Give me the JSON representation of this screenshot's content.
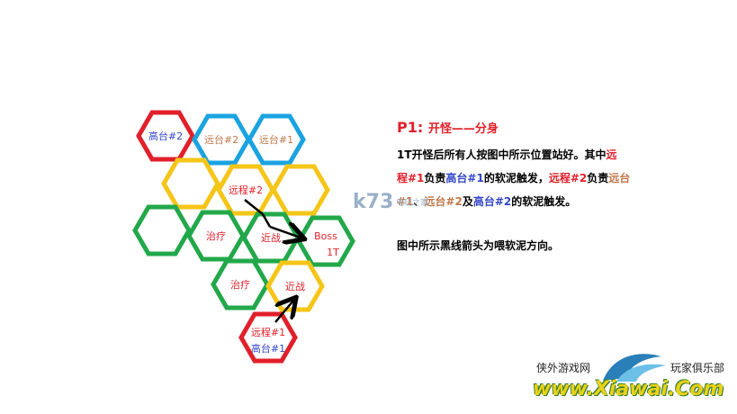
{
  "hexes": [
    {
      "id": "h1",
      "color": "#e0202a",
      "label": "高台#2",
      "label_color": "#3346c8"
    },
    {
      "id": "h2",
      "color": "#1aa3e0",
      "label": "远台#2",
      "label_color": "#c0784a"
    },
    {
      "id": "h3",
      "color": "#1aa3e0",
      "label": "远台#1",
      "label_color": "#c0784a"
    },
    {
      "id": "h4",
      "color": "#f5c518",
      "label": ""
    },
    {
      "id": "h5",
      "color": "#f5c518",
      "label": "远程#2",
      "label_color": "#e0202a"
    },
    {
      "id": "h6",
      "color": "#f5c518",
      "label": ""
    },
    {
      "id": "h7",
      "color": "#22a84a",
      "label": ""
    },
    {
      "id": "h8",
      "color": "#22a84a",
      "label": "治疗",
      "label_color": "#e0202a"
    },
    {
      "id": "h9",
      "color": "#22a84a",
      "label": "近战",
      "label_color": "#e0202a"
    },
    {
      "id": "h10",
      "color": "#22a84a",
      "label": "Boss",
      "label_color": "#e0202a",
      "label2": "1T"
    },
    {
      "id": "h11",
      "color": "#22a84a",
      "label": "治疗",
      "label_color": "#e0202a"
    },
    {
      "id": "h12",
      "color": "#f5c518",
      "label": "近战",
      "label_color": "#e0202a"
    },
    {
      "id": "h13",
      "color": "#e0202a",
      "label": "远程#1",
      "label_color": "#e0202a",
      "label2": "高台#1",
      "label2_color": "#3346c8"
    }
  ],
  "title": {
    "prefix": "P1:",
    "suffix": "开怪——分身"
  },
  "desc": {
    "l1a": "1T开怪后所有人按图中所示位置站好。其中",
    "l1b": "远",
    "l2a": "程#1",
    "l2b": "负责",
    "l2c": "高台#1",
    "l2d": "的软泥触发，",
    "l2e": "远程#2",
    "l2f": "负责",
    "l2g": "远台",
    "l3a": "#1",
    "l3b": "、",
    "l3c": "远台#2",
    "l3d": "及",
    "l3e": "高台#2",
    "l3f": "的软泥触发。",
    "l4": "图中所示黑线箭头为喂软泥方向。"
  },
  "watermark": {
    "text": "k73",
    "sub": "电玩之家"
  },
  "footer": {
    "left": "侠外游戏网",
    "right": "玩家俱乐部",
    "site": "www.Xiawai.Com"
  }
}
